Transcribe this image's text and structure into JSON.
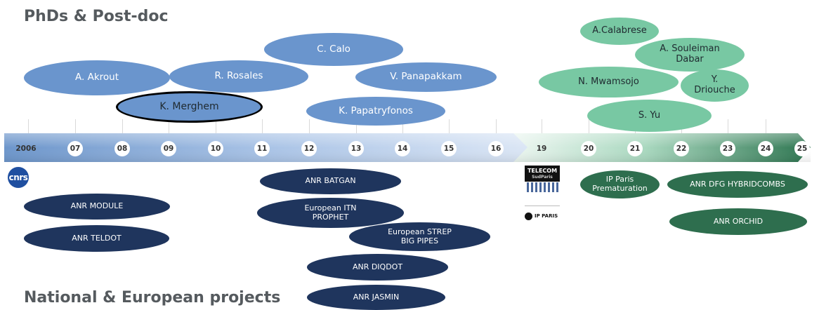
{
  "headings": {
    "phds": "PhDs & Post-doc",
    "projects": "National & European projects"
  },
  "timeline": {
    "years": [
      "2006",
      "07",
      "08",
      "09",
      "10",
      "11",
      "12",
      "13",
      "14",
      "15",
      "16",
      "19",
      "20",
      "21",
      "22",
      "23",
      "24",
      "25"
    ]
  },
  "phds": {
    "akrout": "A. Akrout",
    "rosales": "R. Rosales",
    "calo": "C. Calo",
    "panapakkam": "V. Panapakkam",
    "merghem": "K. Merghem",
    "papatryfonos": "K. Papatryfonos",
    "calabrese": "A.Calabrese",
    "souleiman_line1": "A. Souleiman",
    "souleiman_line2": "Dabar",
    "mwamsojo": "N. Mwamsojo",
    "driouche_line1": "Y.",
    "driouche_line2": "Driouche",
    "yu": "S. Yu"
  },
  "projects": {
    "module": "ANR MODULE",
    "teldot": "ANR TELDOT",
    "batgan": "ANR BATGAN",
    "itn_line1": "European ITN",
    "itn_line2": "PROPHET",
    "strep_line1": "European STREP",
    "strep_line2": "BIG PIPES",
    "diqdot": "ANR DIQDOT",
    "jasmin": "ANR JASMIN",
    "ipparis_line1": "IP Paris",
    "ipparis_line2": "Prematuration",
    "hybridcombs": "ANR DFG HYBRIDCOMBS",
    "orchid": "ANR ORCHID"
  },
  "logos": {
    "cnrs": "cnrs",
    "telecom_line1": "TELECOM",
    "telecom_line2": "SudParis",
    "ipparis": "IP PARIS"
  },
  "colors": {
    "phd_blue": "#6a95cd",
    "postdoc_green": "#78c8a3",
    "project_navy": "#1f355d",
    "project_green": "#2e6e4e",
    "highlight_border": "#000000"
  }
}
